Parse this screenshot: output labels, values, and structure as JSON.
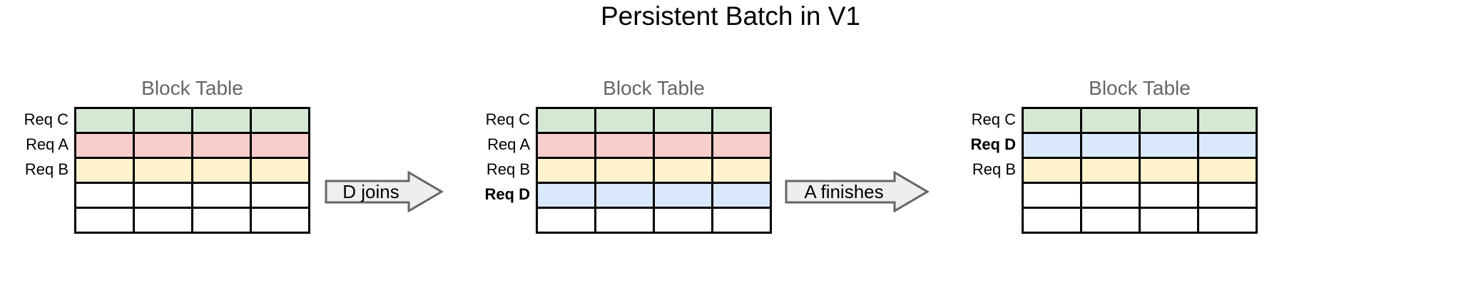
{
  "title": "Persistent Batch in V1",
  "colors": {
    "green": "#d5e8d4",
    "pink": "#f8cecc",
    "yellow": "#fff2cc",
    "blue": "#dae8fc",
    "empty": "#ffffff",
    "grid_line": "#000000",
    "panel_title": "#666666",
    "arrow_fill": "#eeeeee",
    "arrow_stroke": "#666666"
  },
  "panels": [
    {
      "title": "Block Table",
      "label_align": "right",
      "columns": 4,
      "rows": [
        {
          "label": "Req C",
          "bold": false,
          "color": "#d5e8d4"
        },
        {
          "label": "Req A",
          "bold": false,
          "color": "#f8cecc"
        },
        {
          "label": "Req B",
          "bold": false,
          "color": "#fff2cc"
        },
        {
          "label": "",
          "bold": false,
          "color": "#ffffff"
        },
        {
          "label": "",
          "bold": false,
          "color": "#ffffff"
        }
      ]
    },
    {
      "title": "Block Table",
      "label_align": "right",
      "columns": 4,
      "rows": [
        {
          "label": "Req C",
          "bold": false,
          "color": "#d5e8d4"
        },
        {
          "label": "Req A",
          "bold": false,
          "color": "#f8cecc"
        },
        {
          "label": "Req B",
          "bold": false,
          "color": "#fff2cc"
        },
        {
          "label": "Req D",
          "bold": true,
          "color": "#dae8fc"
        },
        {
          "label": "",
          "bold": false,
          "color": "#ffffff"
        }
      ]
    },
    {
      "title": "Block Table",
      "label_align": "right",
      "columns": 4,
      "rows": [
        {
          "label": "Req C",
          "bold": false,
          "color": "#d5e8d4"
        },
        {
          "label": "Req D",
          "bold": true,
          "color": "#dae8fc"
        },
        {
          "label": "Req B",
          "bold": false,
          "color": "#fff2cc"
        },
        {
          "label": "",
          "bold": false,
          "color": "#ffffff"
        },
        {
          "label": "",
          "bold": false,
          "color": "#ffffff"
        }
      ]
    }
  ],
  "arrows": [
    {
      "label": "D joins",
      "direction": "right"
    },
    {
      "label": "A finishes",
      "direction": "right"
    }
  ]
}
